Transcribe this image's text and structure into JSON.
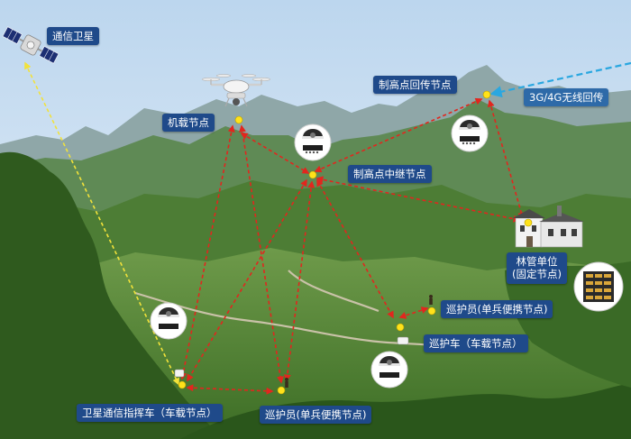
{
  "colors": {
    "sky_top": "#bcd6ee",
    "sky_bottom": "#eef4fa",
    "mountain_far": "#8fa7a8",
    "mountain_mid": "#5f8a55",
    "hills_near": "#4d7d35",
    "forest_dark": "#2f5a1e",
    "label_bg": "#1f4a8a",
    "link_red": "#e2261e",
    "link_yellow": "#f2e23a",
    "link_blue": "#2aa7e0",
    "node_yellow": "#ffe21a"
  },
  "icons": {
    "satellite": "satellite-icon",
    "drone": "drone-icon",
    "camera": "dome-camera-icon",
    "building": "forestry-building-icon",
    "vehicle": "vehicle-icon",
    "person": "patrol-person-icon"
  },
  "labels": {
    "satellite": "通信卫星",
    "drone": "机载节点",
    "relay": "制高点中继节点",
    "backhaul": "制高点回传节点",
    "wireless": "3G/4G无线回传",
    "forestry_line1": "林管单位",
    "forestry_line2": "(固定节点)",
    "patrol_person_right": "巡护员(单兵便携节点)",
    "patrol_vehicle": "巡护车（车载节点）",
    "command_vehicle": "卫星通信指挥车（车载节点）",
    "patrol_person_bottom": "巡护员(单兵便携节点)"
  }
}
